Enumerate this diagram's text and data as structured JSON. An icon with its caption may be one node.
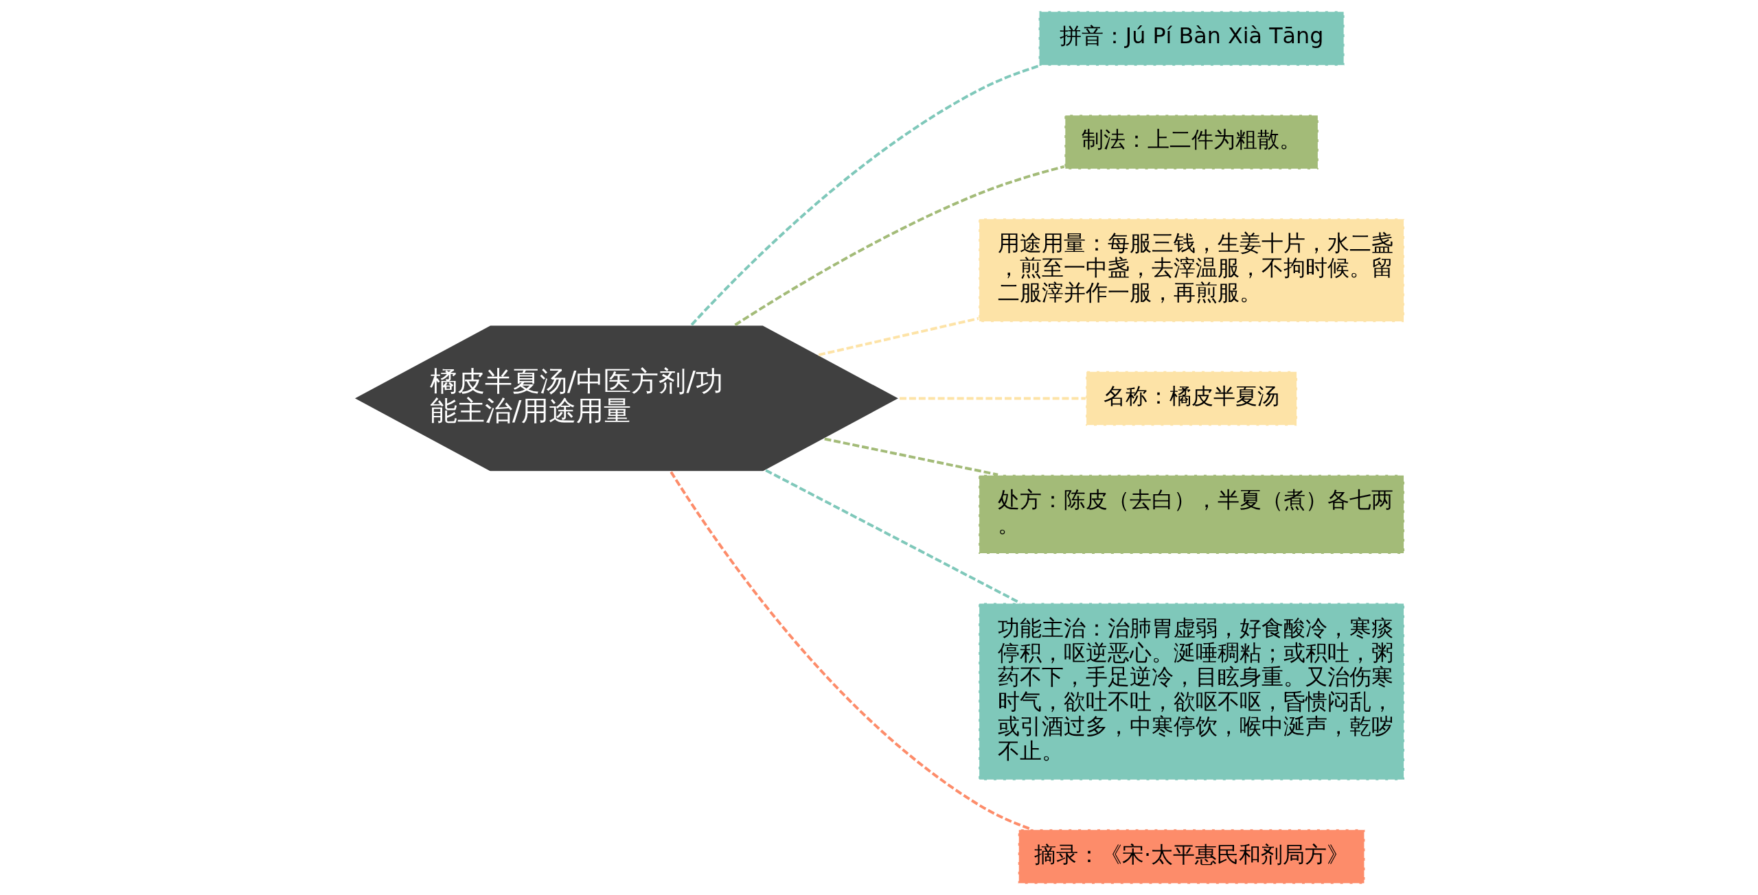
{
  "diagram": {
    "nodes": [
      {
        "text": [
          "橘皮半夏汤/中医方剂/功能主治/用途用量"
        ]
      },
      {
        "text": [
          "拼音：Jú Pí Bàn Xià Tāng"
        ]
      },
      {
        "text": [
          "制法：上二件为粗散。"
        ]
      },
      {
        "text": [
          "用途用量：每服三钱，生姜十片，水二盏，煎至一中盏，去滓温服，不拘时候。留二服滓并作一服，再煎服。"
        ]
      },
      {
        "text": [
          "名称：橘皮半夏汤"
        ]
      },
      {
        "text": [
          "处方：陈皮（去白），半夏（煮）各七两。"
        ]
      },
      {
        "text": [
          "功能主治：治肺胃虚弱，好食酸冷，寒痰停积，呕逆恶心。涎唾稠粘；或积吐，粥药不下，手足逆冷，目眩身重。又治伤寒时气，欲吐不吐，欲呕不呕，昏愦闷乱，或引酒过多，中寒停饮，喉中涎声，乾哕不止。"
        ]
      },
      {
        "text": [
          "摘录：《宋·太平惠民和剂局方》"
        ]
      }
    ],
    "edges": [
      {
        "from": 0,
        "to": 1,
        "arrow": "none",
        "style": "dashed",
        "color": "#7fc8ba"
      },
      {
        "from": 0,
        "to": 2,
        "arrow": "none",
        "style": "dashed",
        "color": "#a3bb78"
      },
      {
        "from": 0,
        "to": 3,
        "arrow": "none",
        "style": "dashed",
        "color": "#fde3a7"
      },
      {
        "from": 0,
        "to": 4,
        "arrow": "none",
        "style": "dashed",
        "color": "#fde3a7"
      },
      {
        "from": 0,
        "to": 5,
        "arrow": "none",
        "style": "dashed",
        "color": "#a3bb78"
      },
      {
        "from": 0,
        "to": 6,
        "arrow": "none",
        "style": "dashed",
        "color": "#7fc8ba"
      },
      {
        "from": 0,
        "to": 7,
        "arrow": "none",
        "style": "dashed",
        "color": "#fd8c6a"
      }
    ]
  }
}
